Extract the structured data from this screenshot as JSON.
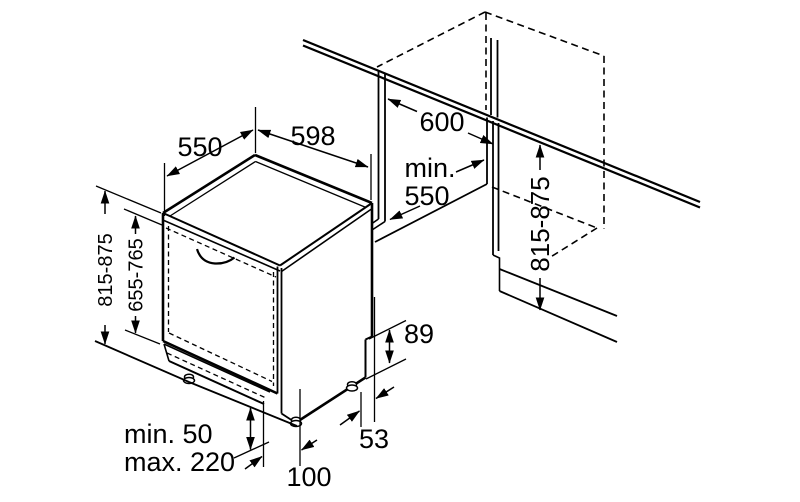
{
  "colors": {
    "line": "#000000",
    "background": "#ffffff"
  },
  "dims": {
    "width": "550",
    "depth": "598",
    "worktop_depth": "600",
    "niche_min_label": "min.",
    "niche_min_value": "550",
    "height_left": "815-875",
    "door_height": "655-765",
    "niche_height": "815-875",
    "rear_base": "89",
    "plinth_min": "min. 50",
    "plinth_max": "max. 220",
    "front_offset": "100",
    "rear_offset": "53"
  }
}
